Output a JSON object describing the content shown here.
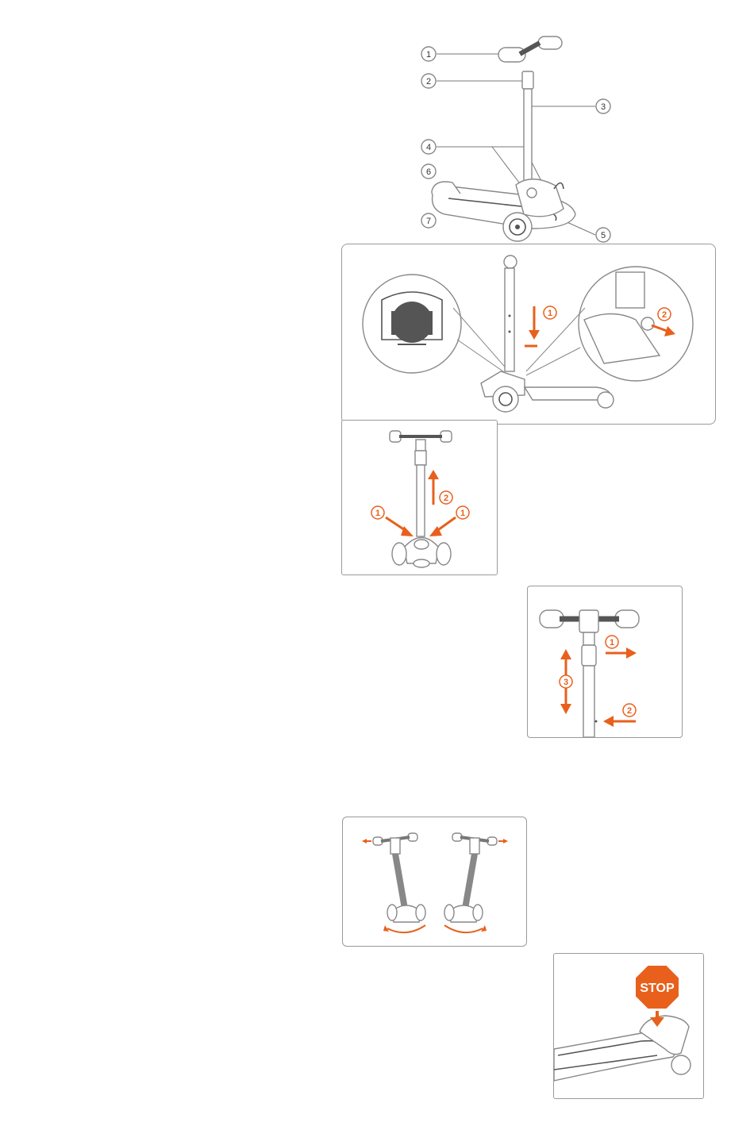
{
  "parts_callouts": [
    "1",
    "2",
    "3",
    "4",
    "5",
    "6",
    "7"
  ],
  "fold_steps": [
    "1",
    "2"
  ],
  "unfold_steps": [
    "1",
    "2",
    "1"
  ],
  "height_steps": [
    "1",
    "2",
    "3"
  ],
  "brake_sign": "STOP",
  "colors": {
    "accent": "#e8601c",
    "line": "#555555",
    "stop": "#e8601c"
  }
}
